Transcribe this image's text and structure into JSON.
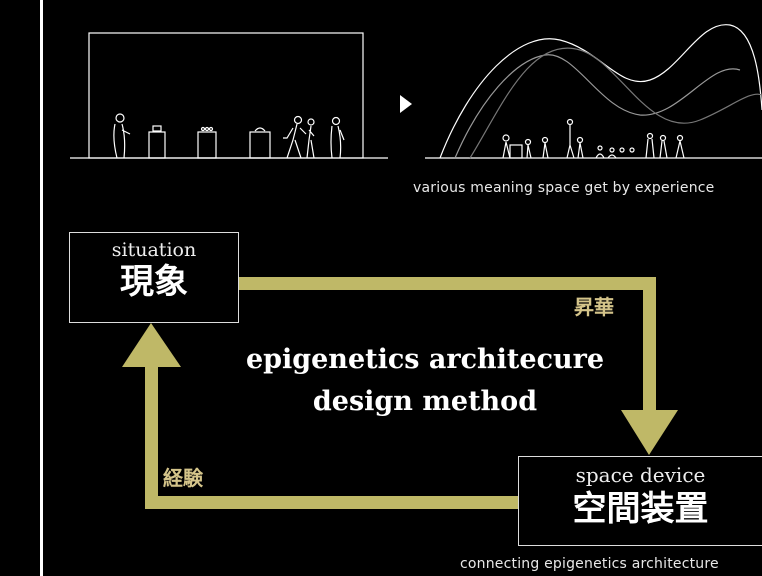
{
  "diagram": {
    "top_caption": "various meaning space get by experience",
    "bottom_caption": "connecting epigenetics architecture",
    "situation_box": {
      "en": "situation",
      "jp": "現象"
    },
    "device_box": {
      "en": "space device",
      "jp": "空間装置"
    },
    "title_line1": "epigenetics architecure",
    "title_line2": "design method",
    "label_sublimation": "昇華",
    "label_experience": "経験",
    "colors": {
      "arrow": "#bfb867",
      "background": "#000000",
      "line": "#ffffff"
    }
  }
}
